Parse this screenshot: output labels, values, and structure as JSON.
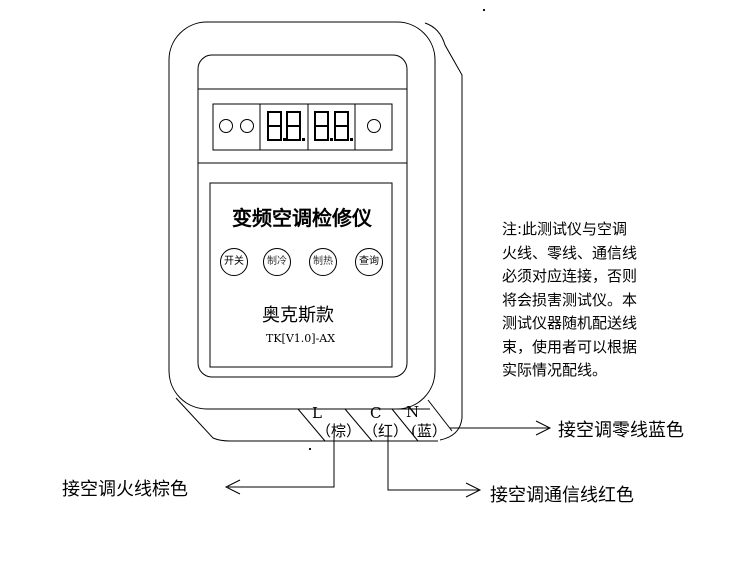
{
  "device": {
    "title": "变频空调检修仪",
    "buttons": [
      "开关",
      "制冷",
      "制热",
      "查询"
    ],
    "brand": "奥克斯款",
    "model": "TK[V1.0]-AX"
  },
  "terminals": {
    "L": "L",
    "L_color": "（棕）",
    "C": "C",
    "C_color": "（红）",
    "N": "N",
    "N_color": "(蓝）"
  },
  "labels": {
    "neutral": "接空调零线蓝色",
    "live": "接空调火线棕色",
    "comm": "接空调通信线红色"
  },
  "note_lines": [
    "注:此测试仪与空调",
    "火线、零线、通信线",
    "必须对应连接，否则",
    "将会损害测试仪。本",
    "测试仪器随机配送线",
    "束，使用者可以根据",
    "实际情况配线。"
  ]
}
